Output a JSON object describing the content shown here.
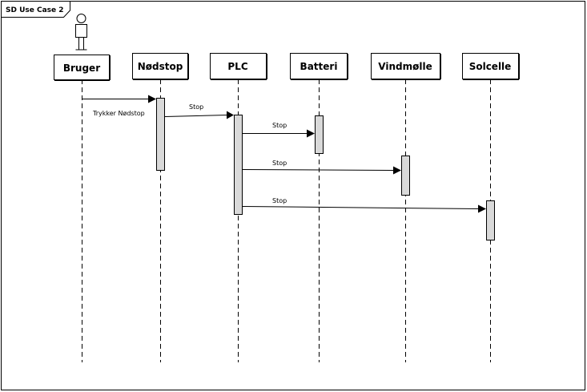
{
  "frame": {
    "title": "SD Use Case 2"
  },
  "participants": [
    {
      "id": "bruger",
      "label": "Bruger",
      "actor": true
    },
    {
      "id": "nodstop",
      "label": "Nødstop"
    },
    {
      "id": "plc",
      "label": "PLC"
    },
    {
      "id": "batteri",
      "label": "Batteri"
    },
    {
      "id": "vindmolle",
      "label": "Vindmølle"
    },
    {
      "id": "solcelle",
      "label": "Solcelle"
    }
  ],
  "messages": [
    {
      "from": "bruger",
      "to": "nodstop",
      "label": "Trykker Nødstop"
    },
    {
      "from": "nodstop",
      "to": "plc",
      "label": "Stop"
    },
    {
      "from": "plc",
      "to": "batteri",
      "label": "Stop"
    },
    {
      "from": "plc",
      "to": "vindmolle",
      "label": "Stop"
    },
    {
      "from": "plc",
      "to": "solcelle",
      "label": "Stop"
    }
  ]
}
